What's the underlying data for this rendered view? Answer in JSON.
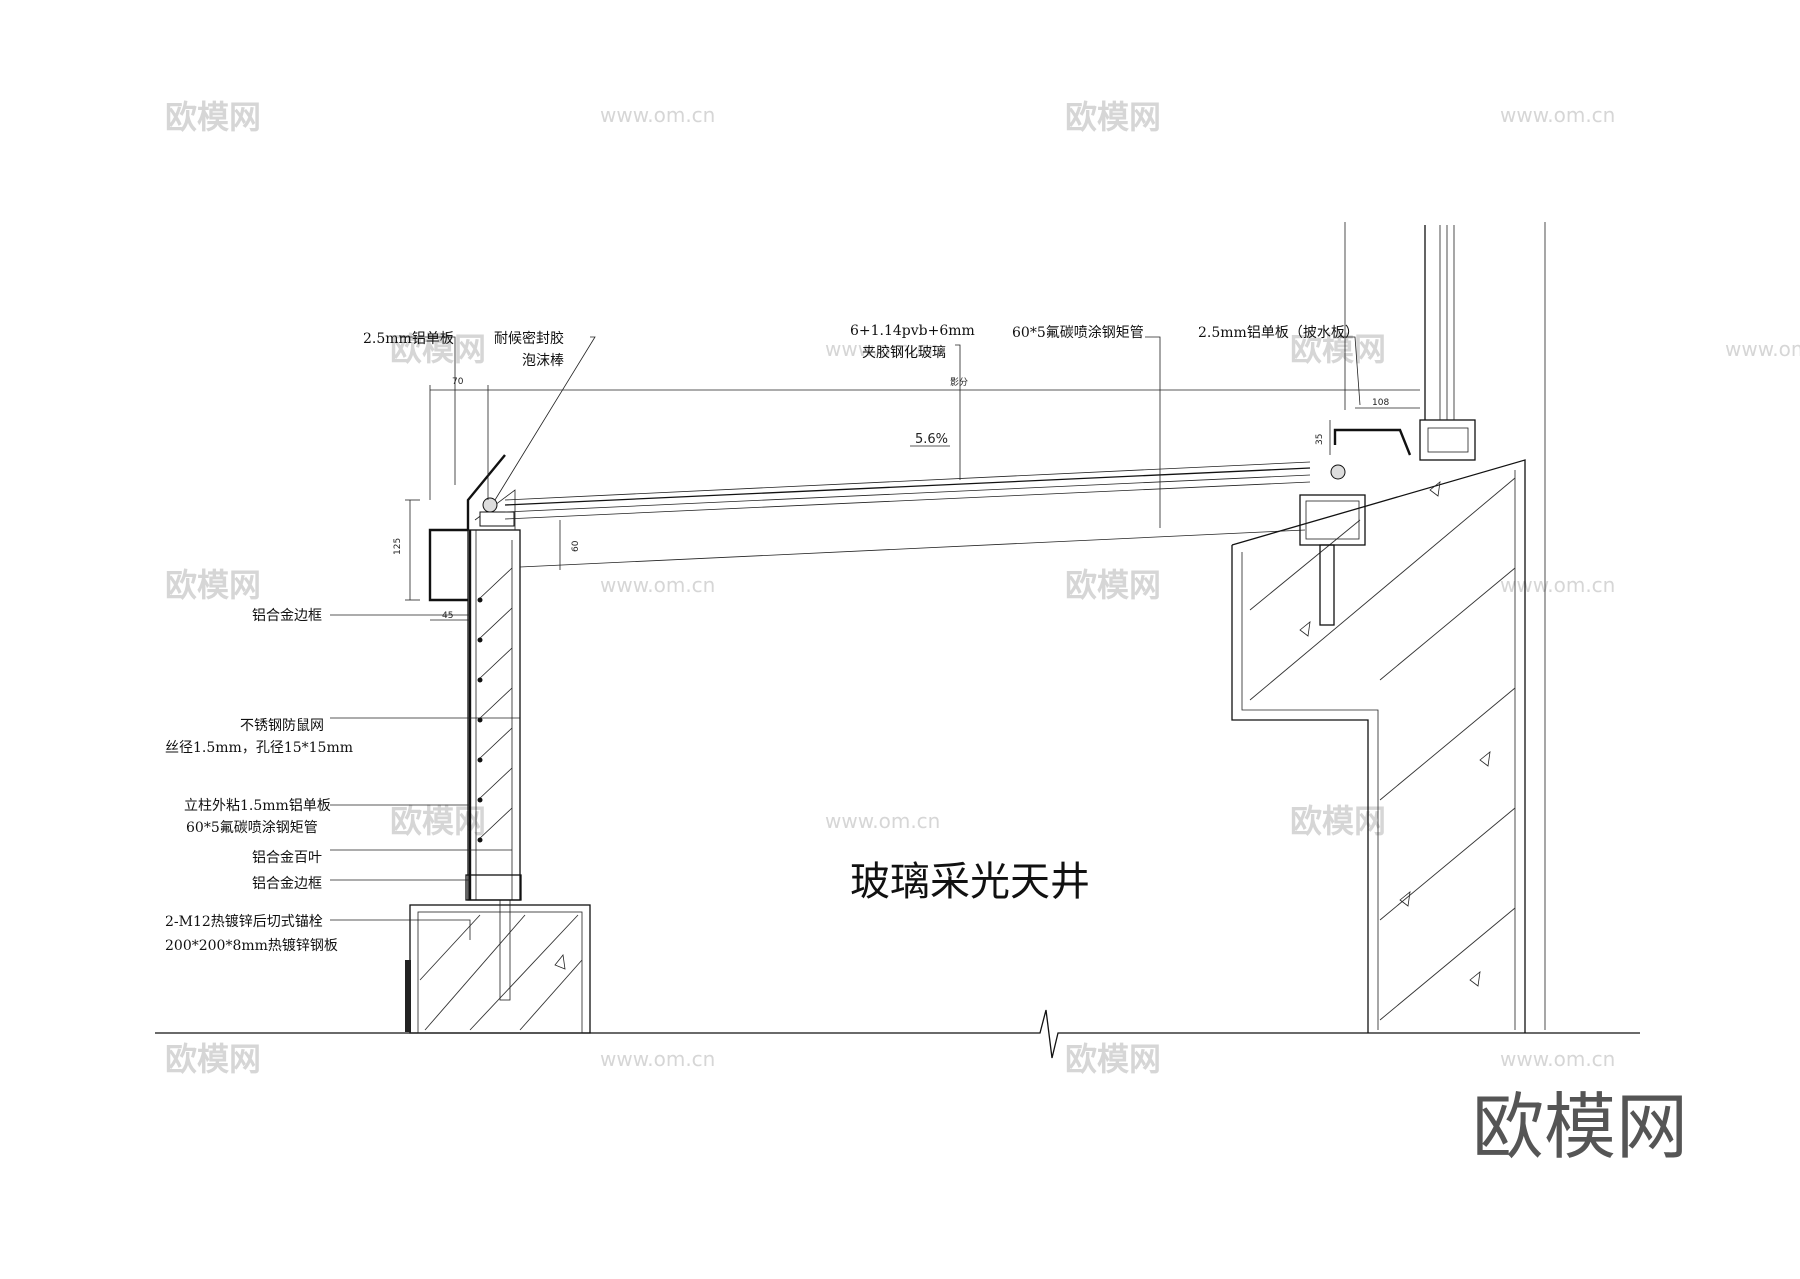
{
  "drawing_title": "玻璃采光天井",
  "brand_mark": "欧模网",
  "watermark": {
    "text": "欧模网",
    "url_text": "www.om.cn"
  },
  "labels": {
    "top_left_panel": "2.5mm铝单板",
    "sealant_line1": "耐候密封胶",
    "sealant_line2": "泡沫棒",
    "glass_line1": "6+1.14pvb+6mm",
    "glass_line2": "夹胶钢化玻璃",
    "steel_tube": "60*5氟碳喷涂钢矩管",
    "top_right_panel": "2.5mm铝单板（披水板）",
    "edge_frame_1": "铝合金边框",
    "mesh_line1": "不锈钢防鼠网",
    "mesh_line2": "丝径1.5mm，孔径15*15mm",
    "column_line1": "立柱外粘1.5mm铝单板",
    "column_line2": "60*5氟碳喷涂钢矩管",
    "louver": "铝合金百叶",
    "edge_frame_2": "铝合金边框",
    "anchor_line1": "2-M12热镀锌后切式锚栓",
    "anchor_line2": "200*200*8mm热镀锌钢板"
  },
  "dimensions": {
    "d70": "70",
    "d125": "125",
    "d45": "45",
    "d60": "60",
    "d108": "108",
    "d35": "35",
    "slope": "5.6%",
    "span": "影分"
  }
}
